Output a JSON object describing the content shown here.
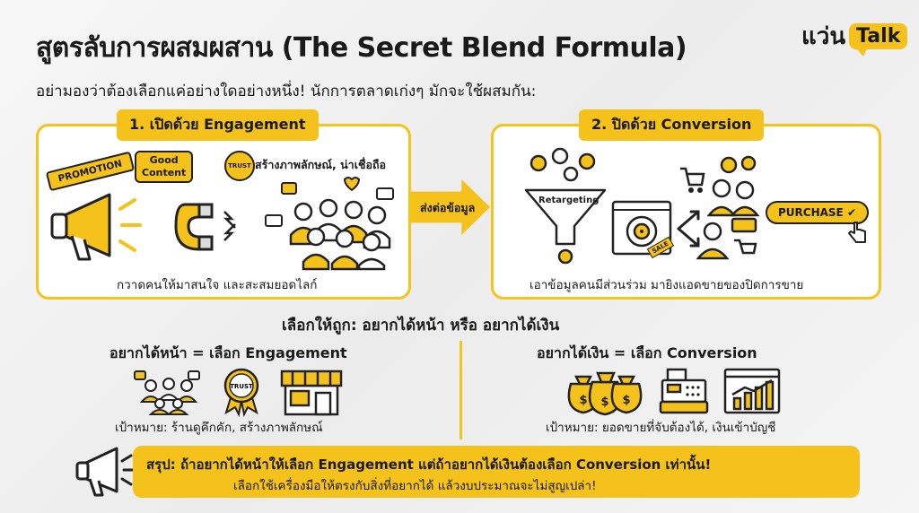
{
  "header": {
    "title": "สูตรลับการผสมผสาน (The Secret Blend Formula)",
    "subtitle": "อย่ามองว่าต้องเลือกแค่อย่างใดอย่างหนึ่ง! นักการตลาดเก่งๆ มักจะใช้ผสมกัน:"
  },
  "brand": {
    "prefix": "แว่น",
    "bubble": "Talk"
  },
  "left_panel": {
    "label": "1. เปิดด้วย Engagement",
    "promo_tag": "PROMOTION",
    "good_content_line1": "Good",
    "good_content_line2": "Content",
    "trust_badge": "TRUST",
    "trust_note": "สร้างภาพลักษณ์, น่าเชื่อถือ",
    "caption": "กวาดคนให้มาสนใจ และสะสมยอดไลก์"
  },
  "arrow": {
    "label": "ส่งต่อข้อมูล"
  },
  "right_panel": {
    "label": "2. ปิดด้วย Conversion",
    "funnel_label": "Retargeting",
    "sale_tag": "SALE",
    "purchase_button": "PURCHASE",
    "caption": "เอาข้อมูลคนมีส่วนร่วม มายิงแอดขายของปิดการขาย"
  },
  "choose": {
    "title": "เลือกให้ถูก: อยากได้หน้า หรือ อยากได้เงิน",
    "left_head": "อยากได้หน้า = เลือก Engagement",
    "left_goal": "เป้าหมาย: ร้านดูคึกคัก, สร้างภาพลักษณ์",
    "left_trust": "TRUST",
    "right_head": "อยากได้เงิน = เลือก Conversion",
    "right_goal": "เป้าหมาย: ยอดขายที่จับต้องได้, เงินเข้าบัญชี"
  },
  "summary": {
    "line1": "สรุป: ถ้าอยากได้หน้าให้เลือก Engagement แต่ถ้าอยากได้เงินต้องเลือก Conversion เท่านั้น!",
    "line2": "เลือกใช้เครื่องมือให้ตรงกับสิ่งที่อยากได้ แล้วงบประมาณจะไม่สูญเปล่า!"
  },
  "icons": [
    "megaphone-icon",
    "magnet-icon",
    "trust-badge-icon",
    "crowd-icon",
    "funnel-icon",
    "target-screen-icon",
    "shopping-cart-icon",
    "money-bag-icon",
    "cash-register-icon",
    "growth-chart-icon",
    "storefront-icon",
    "cursor-hand-icon"
  ],
  "colors": {
    "accent": "#f5c21b",
    "outline": "#222222",
    "panel_border": "#f2c51c"
  }
}
